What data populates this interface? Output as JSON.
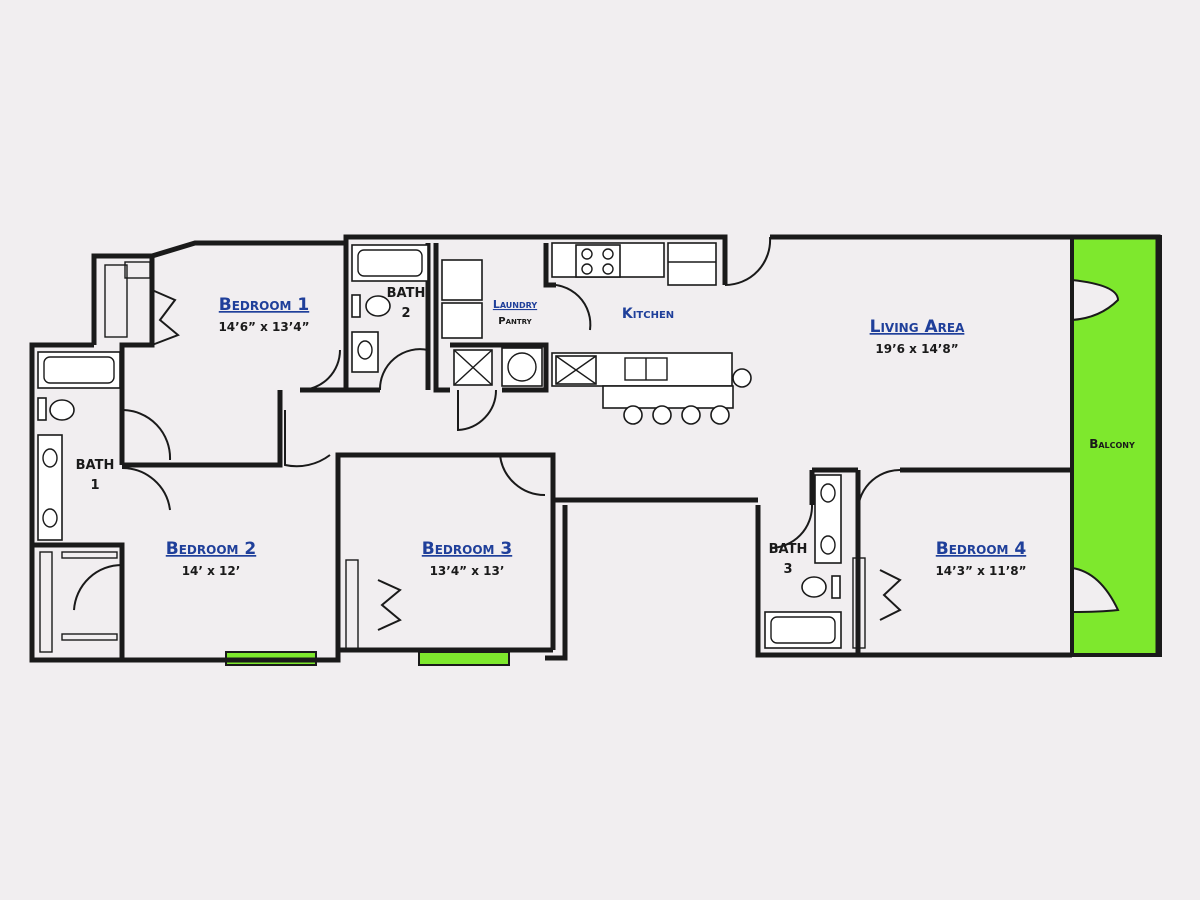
{
  "plan": {
    "rooms": {
      "bedroom1": {
        "name": "Bedroom 1",
        "dims": "14’6” x 13’4”"
      },
      "bedroom2": {
        "name": "Bedroom 2",
        "dims": "14’ x 12’"
      },
      "bedroom3": {
        "name": "Bedroom 3",
        "dims": "13’4” x 13’"
      },
      "bedroom4": {
        "name": "Bedroom 4",
        "dims": "14’3” x 11’8”"
      },
      "living": {
        "name": "Living Area",
        "dims": "19’6 x 14’8”"
      },
      "kitchen": {
        "name": "Kitchen"
      },
      "laundry": {
        "line1": "Laundry",
        "line2": "Pantry"
      },
      "balcony": {
        "name": "Balcony"
      },
      "bath1": {
        "line1": "BATH",
        "line2": "1"
      },
      "bath2": {
        "line1": "BATH",
        "line2": "2"
      },
      "bath3": {
        "line1": "BATH",
        "line2": "3"
      }
    },
    "colors": {
      "background": "#f1eef0",
      "walls": "#1a1a1a",
      "room_label": "#1f3f9a",
      "balcony_green": "#7ee82d"
    }
  }
}
